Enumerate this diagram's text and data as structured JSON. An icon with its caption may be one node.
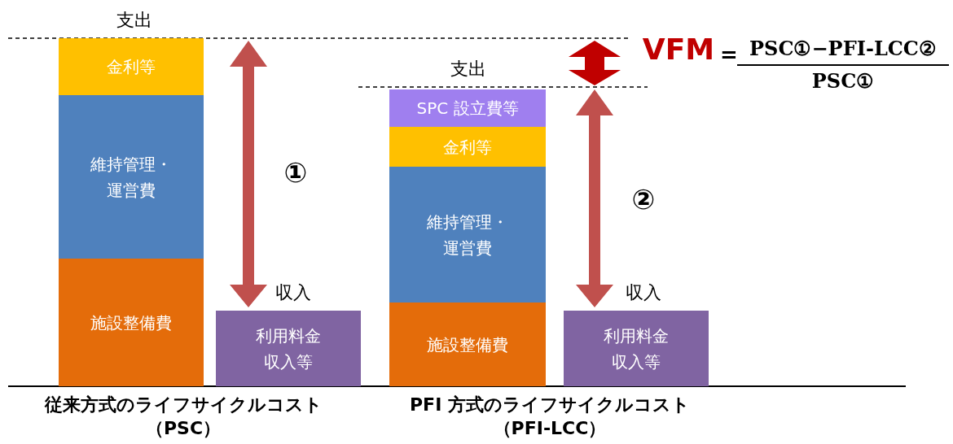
{
  "diagram": {
    "nodes": [
      {
        "text": [
          "金利等"
        ]
      },
      {
        "text": [
          "維持管理・運営費"
        ]
      },
      {
        "text": [
          "施設整備費"
        ]
      },
      {
        "text": [
          "利用料金収入等"
        ]
      },
      {
        "text": [
          "SPC 設立費等"
        ]
      },
      {
        "text": [
          "金利等"
        ]
      },
      {
        "text": [
          "維持管理・運営費"
        ]
      },
      {
        "text": [
          "施設整備費"
        ]
      },
      {
        "text": [
          "利用料金収入等"
        ]
      }
    ],
    "labels": [
      "支出",
      "VFM",
      "=",
      "PSC①−PFI-LCC②",
      "PSC①",
      "支出",
      "①",
      "②",
      "収入",
      "収入",
      "従来方式のライフサイクルコスト（PSC）",
      "PFI 方式のライフサイクルコスト（PFI-LCC）"
    ]
  }
}
